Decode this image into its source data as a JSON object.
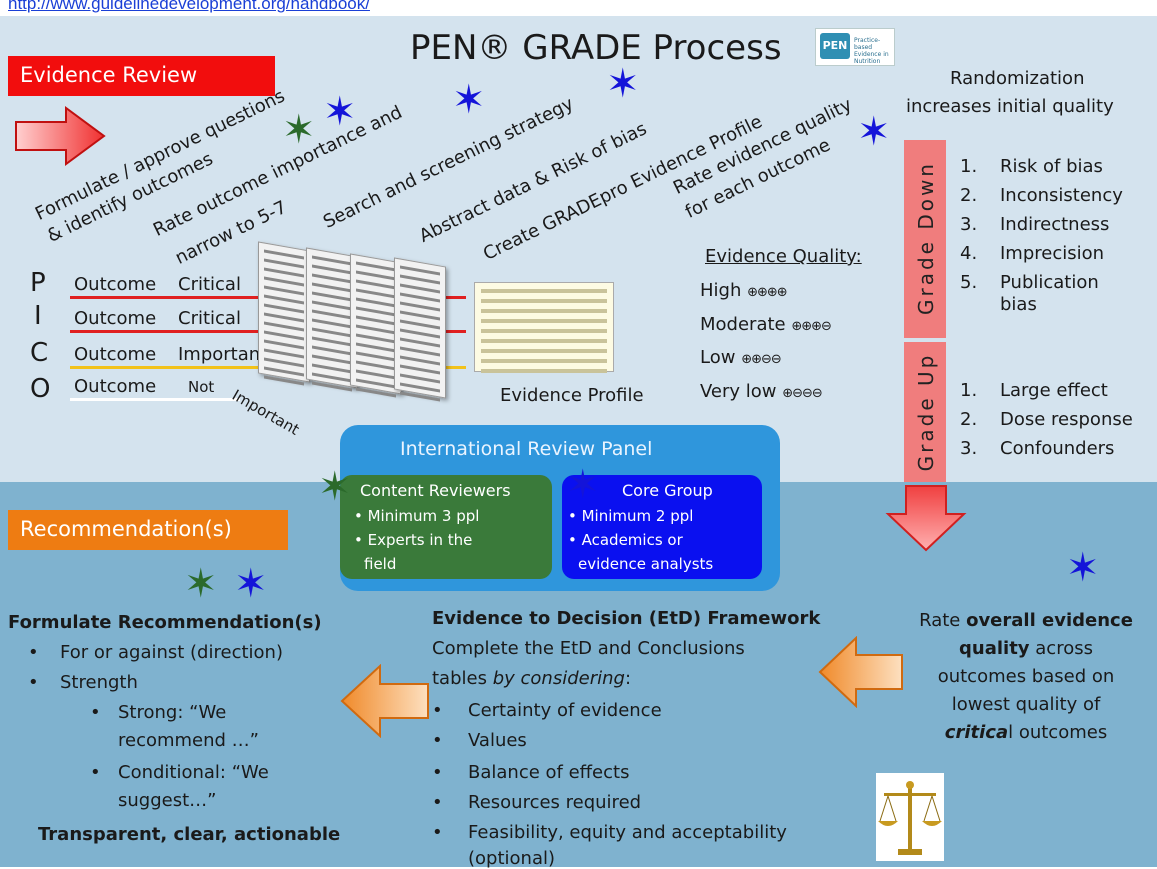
{
  "url": "http://www.guidelinedevelopment.org/handbook/",
  "title": "PEN® GRADE Process",
  "logo": {
    "abbr": "PEN",
    "text": "Practice-based Evidence in Nutrition"
  },
  "evidence_review_label": "Evidence Review",
  "recommendation_label": "Recommendation(s)",
  "steps": {
    "formulate_1": "Formulate / approve questions",
    "formulate_2": "& identify outcomes",
    "rate_1": "Rate outcome importance and",
    "rate_2": "narrow to 5-7",
    "search": "Search and screening strategy",
    "abstract": "Abstract data & Risk of bias",
    "create": "Create GRADEpro Evidence Profile",
    "rate_quality_1": "Rate evidence quality",
    "rate_quality_2": "for each outcome"
  },
  "pico": [
    "P",
    "I",
    "C",
    "O"
  ],
  "outcomes": [
    {
      "label": "Outcome",
      "importance": "Critical"
    },
    {
      "label": "Outcome",
      "importance": "Critical"
    },
    {
      "label": "Outcome",
      "importance": "Important"
    },
    {
      "label": "Outcome",
      "importance": "Not",
      "importance_2": "Important"
    }
  ],
  "evidence_profile_label": "Evidence Profile",
  "evidence_quality": {
    "heading": "Evidence Quality:",
    "levels": [
      {
        "label": "High",
        "symbols": "⊕⊕⊕⊕"
      },
      {
        "label": "Moderate",
        "symbols": "⊕⊕⊕⊖"
      },
      {
        "label": "Low",
        "symbols": "⊕⊕⊖⊖"
      },
      {
        "label": "Very low",
        "symbols": "⊕⊖⊖⊖"
      }
    ]
  },
  "randomization_1": "Randomization",
  "randomization_2": "increases initial quality",
  "grade_down": {
    "label": "Grade Down",
    "items": [
      {
        "n": "1.",
        "text": "Risk of bias"
      },
      {
        "n": "2.",
        "text": "Inconsistency"
      },
      {
        "n": "3.",
        "text": "Indirectness"
      },
      {
        "n": "4.",
        "text": "Imprecision"
      },
      {
        "n": "5.",
        "text": "Publication"
      }
    ],
    "item5_cont": "bias"
  },
  "grade_up": {
    "label": "Grade Up",
    "items": [
      {
        "n": "1.",
        "text": "Large effect"
      },
      {
        "n": "2.",
        "text": "Dose response"
      },
      {
        "n": "3.",
        "text": "Confounders"
      }
    ]
  },
  "panel": {
    "title": "International Review Panel",
    "content_reviewers": {
      "title": "Content Reviewers",
      "items": [
        "• Minimum 3 ppl",
        "• Experts in the",
        "  field"
      ]
    },
    "core_group": {
      "title": "Core Group",
      "items": [
        "• Minimum 2 ppl",
        "• Academics or",
        "  evidence analysts"
      ]
    }
  },
  "formulate_rec": {
    "title": "Formulate Recommendation(s)",
    "b1": "For or against (direction)",
    "b2": "Strength",
    "s1a": "Strong: “We",
    "s1b": "recommend …”",
    "s2a": "Conditional: “We",
    "s2b": "suggest…”",
    "footer": "Transparent, clear, actionable"
  },
  "etd": {
    "title": "Evidence to Decision (EtD) Framework",
    "line1": "Complete the EtD and Conclusions",
    "line2a": "tables ",
    "line2b": "by considering",
    "line2c": ":",
    "items": [
      "Certainty of evidence",
      "Values",
      "Balance of effects",
      "Resources required",
      "Feasibility, equity and acceptability"
    ],
    "item_cont": "(optional)"
  },
  "overall": {
    "l1a": "Rate ",
    "l1b": "overall evidence",
    "l2a": "quality",
    "l2b": " across",
    "l3": "outcomes based on",
    "l4": "lowest quality of",
    "l5a": "critica",
    "l5b": "l outcomes"
  },
  "colors": {
    "red": "#f20d0d",
    "orange": "#ee7c12",
    "blue_star": "#1414d9",
    "green_star": "#2b6a2b",
    "panel": "#2f96dc",
    "grade_bar": "#f07d7d"
  }
}
